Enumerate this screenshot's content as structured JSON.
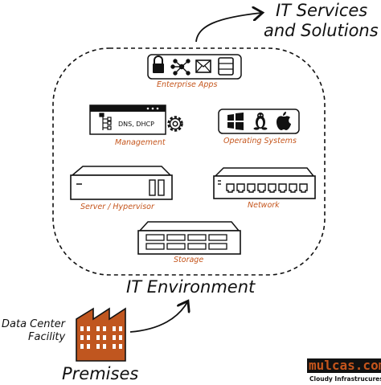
{
  "header": {
    "title_line1": "IT Services",
    "title_line2": "and Solutions"
  },
  "environment": {
    "label": "IT Environment"
  },
  "components": {
    "enterprise_apps": "Enterprise Apps",
    "management": "Management",
    "dns_dhcp": "DNS, DHCP",
    "operating_systems": "Operating Systems",
    "server": "Server / Hypervisor",
    "network": "Network",
    "storage": "Storage"
  },
  "premises": {
    "facility_line1": "Data Center",
    "facility_line2": "Facility",
    "label": "Premises"
  },
  "brand": {
    "name": "mulcas.com",
    "tagline": "Cloudy Infrastrucures"
  },
  "colors": {
    "accent": "#c5551c",
    "ink": "#111111",
    "brick": "#c0561f"
  },
  "icons": [
    "lock-icon",
    "network-icon",
    "mail-icon",
    "database-icon",
    "windows-icon",
    "linux-icon",
    "apple-icon",
    "gear-icon"
  ]
}
